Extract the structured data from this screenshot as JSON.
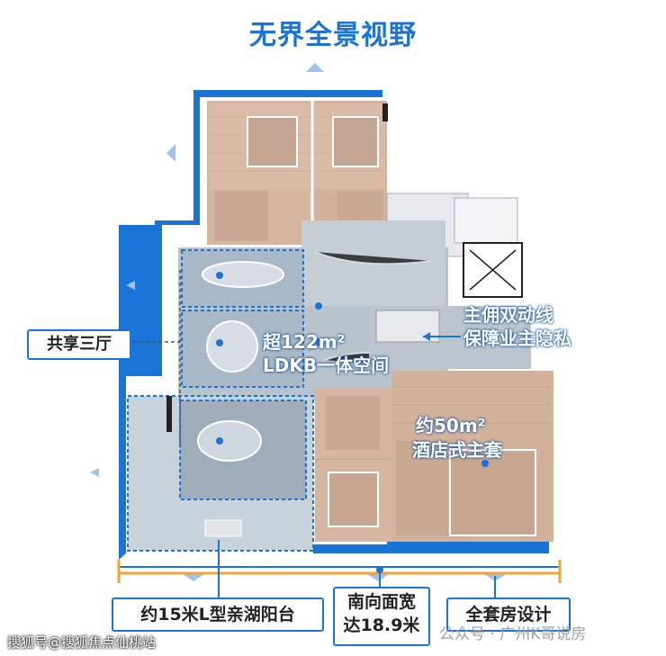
{
  "title": "无界全景视野",
  "labels": {
    "three_halls": "共享三厅",
    "ldkb_line1": "超122m²",
    "ldkb_line2": "LDKB一体空间",
    "dual_line1": "主佣双动线",
    "dual_line2": "保障业主隐私",
    "suite_line1": "约50m²",
    "suite_line2": "酒店式主套",
    "balcony": "约15米L型亲湖阳台",
    "width_line1": "南向面宽",
    "width_line2": "达18.9米",
    "full_suite": "全套房设计"
  },
  "watermark_left": "搜狐号@搜狐焦点仙桃站",
  "watermark_right": "公众号 · 广州K哥说房",
  "colors": {
    "accent": "#1a73d6",
    "floor_wood": "#d9b9a4",
    "floor_marble": "#b9c4cf",
    "border": "#1a73d6",
    "ruler": "#f2a236"
  }
}
